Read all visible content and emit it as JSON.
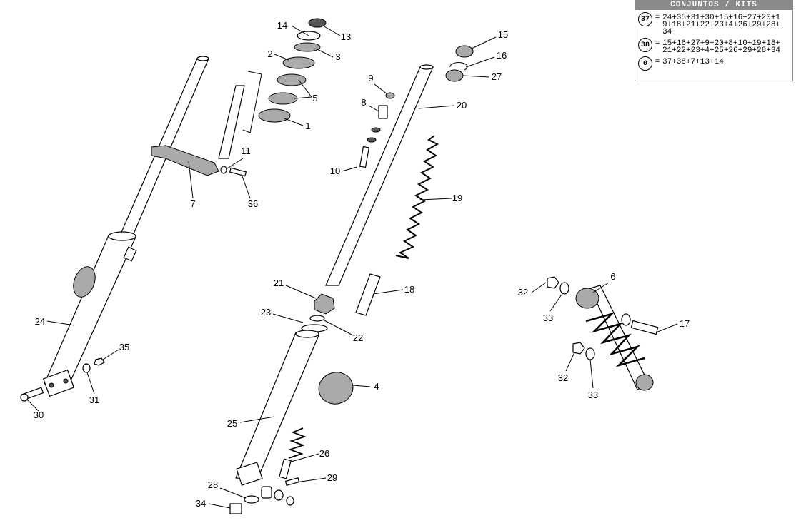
{
  "kits_panel": {
    "title": "CONJUNTOS / KITS",
    "rows": [
      {
        "badge": "37",
        "eq": "=",
        "value": "24+35+31+30+15+16+27+20+19+18+21+22+23+4+26+29+28+34"
      },
      {
        "badge": "38",
        "eq": "=",
        "value": "15+16+27+9+20+8+10+19+18+21+22+23+4+25+26+29+28+34"
      },
      {
        "badge": "0",
        "eq": "=",
        "value": "37+38+7+13+14"
      }
    ]
  },
  "callouts": [
    {
      "id": "c14",
      "label": "14"
    },
    {
      "id": "c13",
      "label": "13"
    },
    {
      "id": "c2",
      "label": "2"
    },
    {
      "id": "c3",
      "label": "3"
    },
    {
      "id": "c5",
      "label": "5"
    },
    {
      "id": "c1",
      "label": "1"
    },
    {
      "id": "c11",
      "label": "11"
    },
    {
      "id": "c7",
      "label": "7"
    },
    {
      "id": "c36",
      "label": "36"
    },
    {
      "id": "c24",
      "label": "24"
    },
    {
      "id": "c35",
      "label": "35"
    },
    {
      "id": "c31",
      "label": "31"
    },
    {
      "id": "c30",
      "label": "30"
    },
    {
      "id": "c9",
      "label": "9"
    },
    {
      "id": "c8",
      "label": "8"
    },
    {
      "id": "c10",
      "label": "10"
    },
    {
      "id": "c20",
      "label": "20"
    },
    {
      "id": "c15",
      "label": "15"
    },
    {
      "id": "c16",
      "label": "16"
    },
    {
      "id": "c27",
      "label": "27"
    },
    {
      "id": "c19",
      "label": "19"
    },
    {
      "id": "c21",
      "label": "21"
    },
    {
      "id": "c18",
      "label": "18"
    },
    {
      "id": "c23",
      "label": "23"
    },
    {
      "id": "c22",
      "label": "22"
    },
    {
      "id": "c4",
      "label": "4"
    },
    {
      "id": "c25",
      "label": "25"
    },
    {
      "id": "c26",
      "label": "26"
    },
    {
      "id": "c29",
      "label": "29"
    },
    {
      "id": "c28",
      "label": "28"
    },
    {
      "id": "c34",
      "label": "34"
    },
    {
      "id": "c6",
      "label": "6"
    },
    {
      "id": "c32a",
      "label": "32"
    },
    {
      "id": "c33a",
      "label": "33"
    },
    {
      "id": "c17",
      "label": "17"
    },
    {
      "id": "c32b",
      "label": "32"
    },
    {
      "id": "c33b",
      "label": "33"
    }
  ]
}
